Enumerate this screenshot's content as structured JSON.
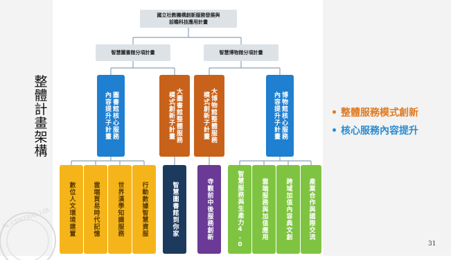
{
  "slide": {
    "title": "整體計畫架構",
    "bullets": [
      "整體服務模式創新",
      "核心服務內容提升"
    ],
    "page_number": "31",
    "colors": {
      "orange": "#e07a1f",
      "blue": "#2a8bd0"
    }
  },
  "diagram": {
    "root": "國立社教機構創新服務發展與\n前瞻科技應用計畫",
    "branch_library": "智慧圖書館分項計畫",
    "branch_museum": "智慧博物館分項計畫",
    "sub_library_core": "圖書館核心服務\n內容提升子計畫",
    "sub_library_model": "大圖書館整體服務\n模式創新子計畫",
    "sub_museum_model": "大博物館整體服務\n模式創新子計畫",
    "sub_museum_core": "博物館核心服務\n內容提升子計畫",
    "leaves_library_core": [
      "數位人文環境建置",
      "雲端貿易時代記憶",
      "世界漢學知識服務",
      "行動數據智慧資服"
    ],
    "leaf_library_model": "智慧圖書館到你家",
    "leaf_museum_model": "寺觀前中後服務創新",
    "leaves_museum_core": [
      "智慧服務與生產力4.0",
      "雲端服務與加值應用",
      "跨域加值內容典文創",
      "產業合作與國際交流"
    ]
  }
}
